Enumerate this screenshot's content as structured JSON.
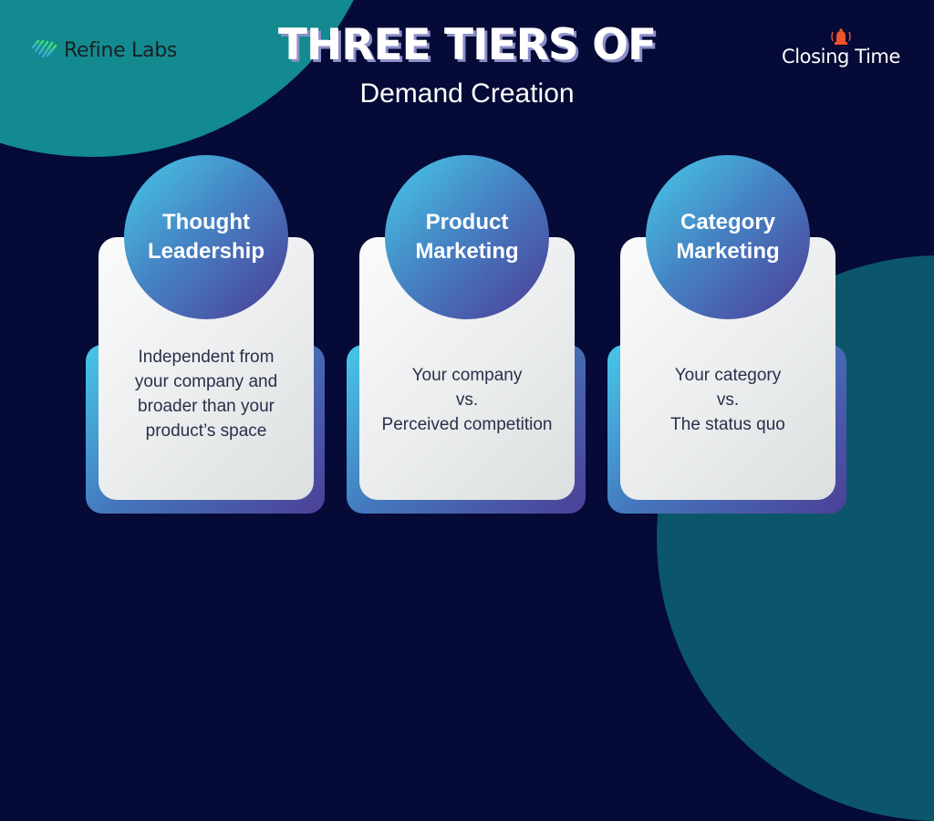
{
  "header": {
    "title": "THREE TIERS OF",
    "subtitle": "Demand Creation"
  },
  "brands": {
    "left": {
      "name": "Refine Labs",
      "icon": "diamond-stripes-icon"
    },
    "right": {
      "name": "Closing Time",
      "icon": "ringing-bell-icon"
    }
  },
  "colors": {
    "background": "#050a36",
    "teal_blob": "#138a90",
    "dark_teal_blob": "#0c566b",
    "gradient_start": "#47cbe8",
    "gradient_end": "#4d3b97",
    "bell": "#f0532a"
  },
  "tiers": [
    {
      "title": "Thought Leadership",
      "title_lines": [
        "Thought",
        "Leadership"
      ],
      "lines": [
        "Independent from",
        "your company and",
        "broader than your",
        "product’s space"
      ]
    },
    {
      "title": "Product Marketing",
      "title_lines": [
        "Product",
        "Marketing"
      ],
      "lines": [
        "Your company",
        "vs.",
        "Perceived competition"
      ]
    },
    {
      "title": "Category Marketing",
      "title_lines": [
        "Category",
        "Marketing"
      ],
      "lines": [
        "Your category",
        "vs.",
        "The status quo"
      ]
    }
  ]
}
